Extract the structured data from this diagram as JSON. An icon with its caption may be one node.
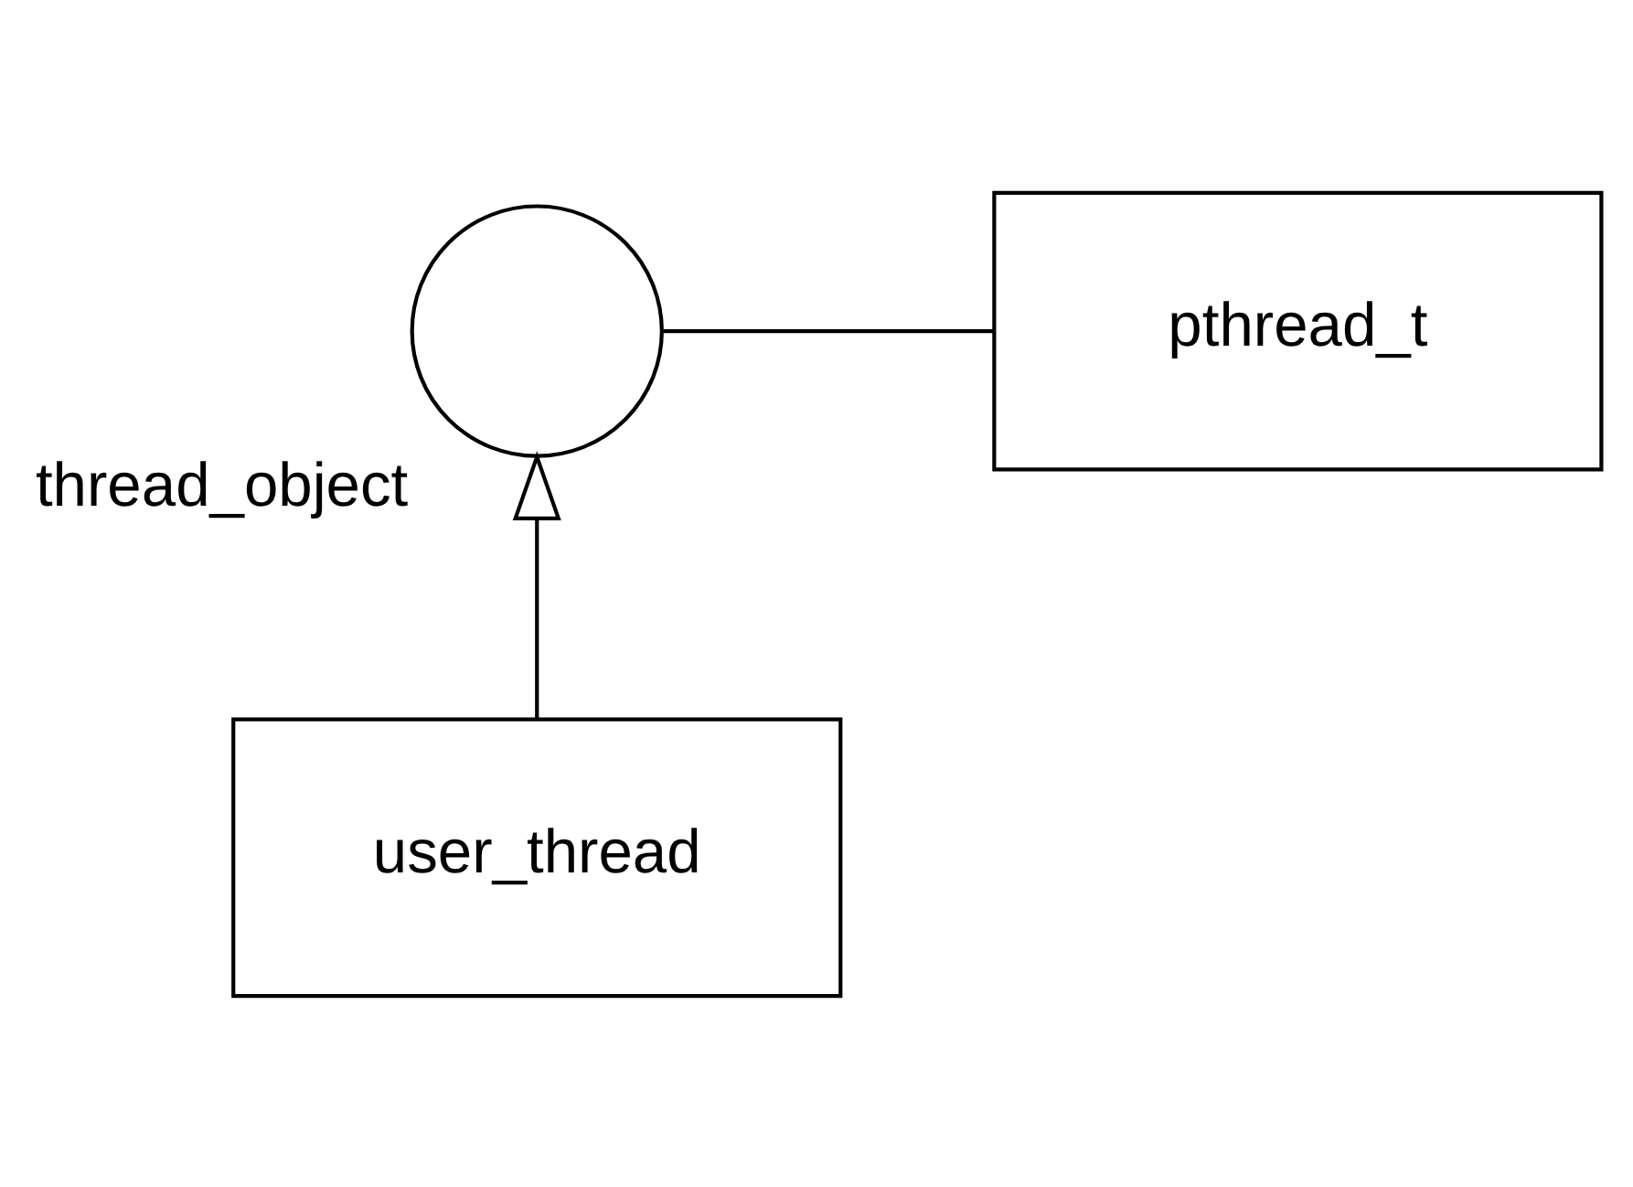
{
  "diagram": {
    "nodes": [
      {
        "text": [
          "thread_object"
        ]
      },
      {
        "text": [
          "pthread_t"
        ]
      },
      {
        "text": [
          "user_thread"
        ]
      }
    ],
    "edges": [
      {
        "from": 0,
        "to": 1,
        "arrow": "none"
      },
      {
        "from": 2,
        "to": 0,
        "arrow": "to"
      }
    ]
  }
}
